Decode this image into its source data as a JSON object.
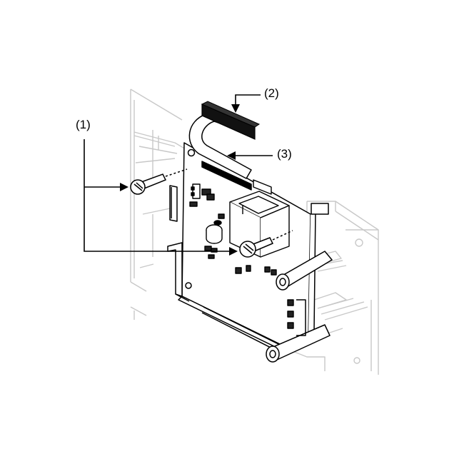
{
  "callouts": {
    "screws": "(1)",
    "connector": "(2)",
    "ribbon_cable": "(3)"
  },
  "colors": {
    "line": "#000000",
    "housing": "#c8c8c8",
    "board_fill": "#ffffff",
    "connector": "#111111"
  }
}
